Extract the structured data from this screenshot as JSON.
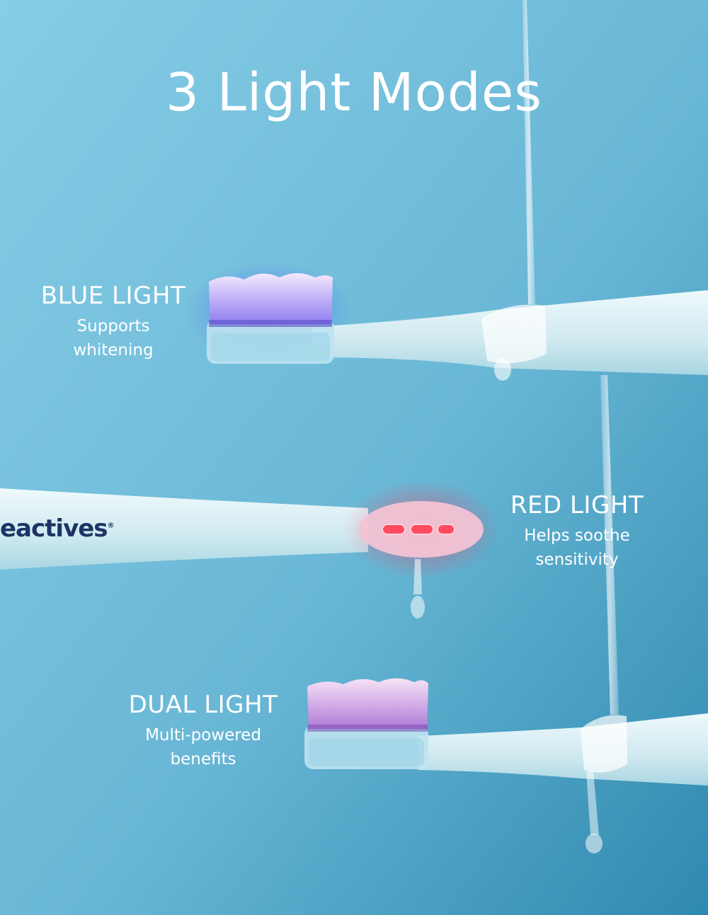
{
  "title": "3 Light Modes",
  "brand_text": "eactives",
  "brand_mark": "®",
  "modes": [
    {
      "label": "BLUE LIGHT",
      "desc_line1": "Supports",
      "desc_line2": "whitening"
    },
    {
      "label": "RED LIGHT",
      "desc_line1": "Helps soothe",
      "desc_line2": "sensitivity"
    },
    {
      "label": "DUAL LIGHT",
      "desc_line1": "Multi-powered",
      "desc_line2": "benefits"
    }
  ],
  "colors": {
    "background_top": "#7cc6e2",
    "background_bottom": "#3a94b8",
    "text": "#ffffff",
    "blue_glow": "#4a5cff",
    "red_glow": "#ff3b5c",
    "handle": "#d8eef3",
    "brand": "#1c3566"
  }
}
